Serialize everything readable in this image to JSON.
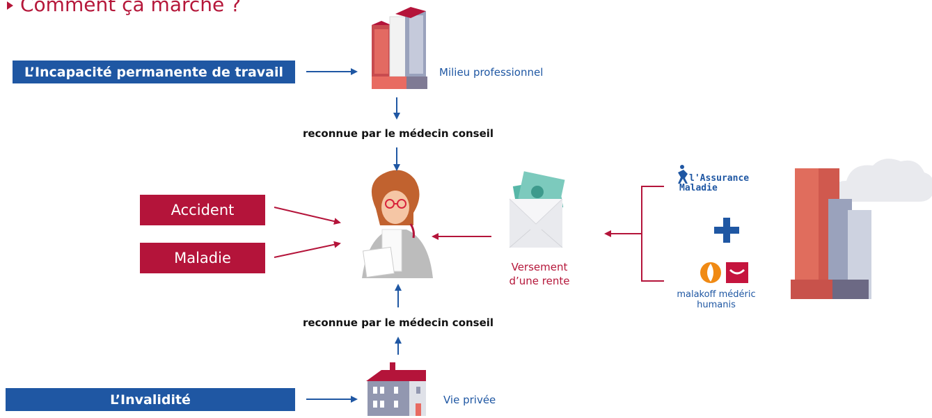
{
  "title": "Comment ça marche ?",
  "boxes": {
    "incapacite": "L’Incapacité permanente de travail",
    "invalidite": "L’Invalidité",
    "accident": "Accident",
    "maladie": "Maladie"
  },
  "labels": {
    "milieu_pro": "Milieu professionnel",
    "vie_privee": "Vie privée",
    "reconnue_top": "reconnue par le médecin conseil",
    "reconnue_bottom": "reconnue par le médecin conseil",
    "versement_1": "Versement",
    "versement_2": "d’une rente"
  },
  "logos": {
    "assurance_1": "l'Assurance",
    "assurance_2": "Maladie",
    "plus": "+",
    "mm_1": "malakoff médéric",
    "mm_2": "humanis"
  },
  "colors": {
    "blue": "#1f57a3",
    "red": "#b4143a"
  }
}
